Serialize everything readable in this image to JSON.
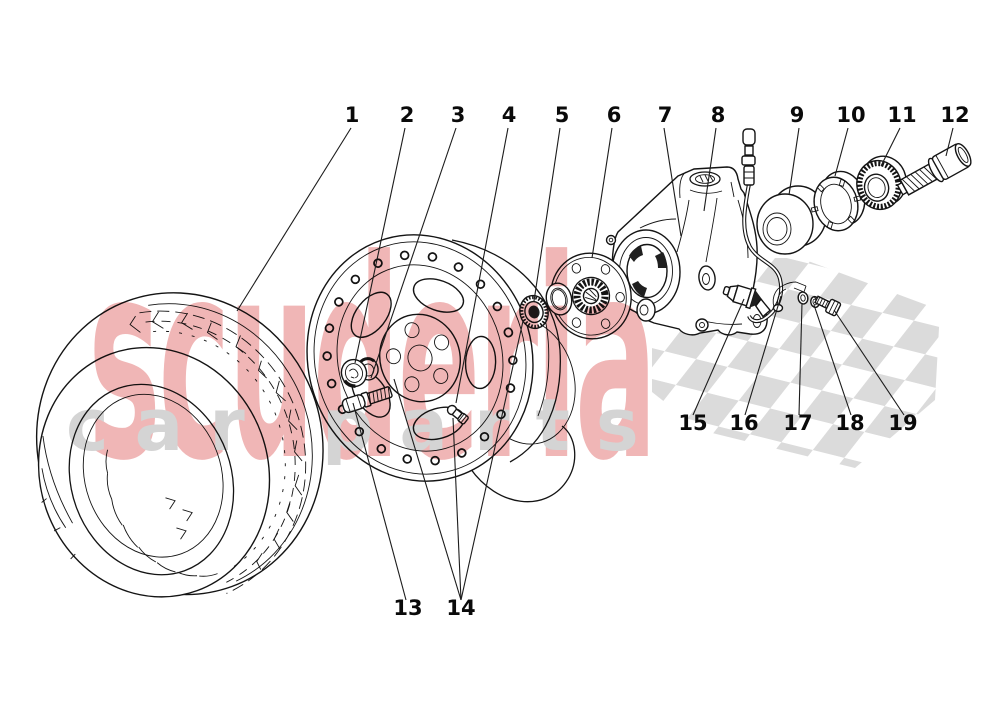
{
  "watermark": {
    "brand": "scuderia",
    "tagline": "car parts"
  },
  "colors": {
    "brand_pink": "#f0b6b6",
    "tagline_gray": "#d4d4d4",
    "checker_gray": "#dbdbdb",
    "ink": "#141414"
  },
  "callouts": [
    "1",
    "2",
    "3",
    "4",
    "5",
    "6",
    "7",
    "8",
    "9",
    "10",
    "11",
    "12",
    "13",
    "14",
    "15",
    "16",
    "17",
    "18",
    "19"
  ]
}
